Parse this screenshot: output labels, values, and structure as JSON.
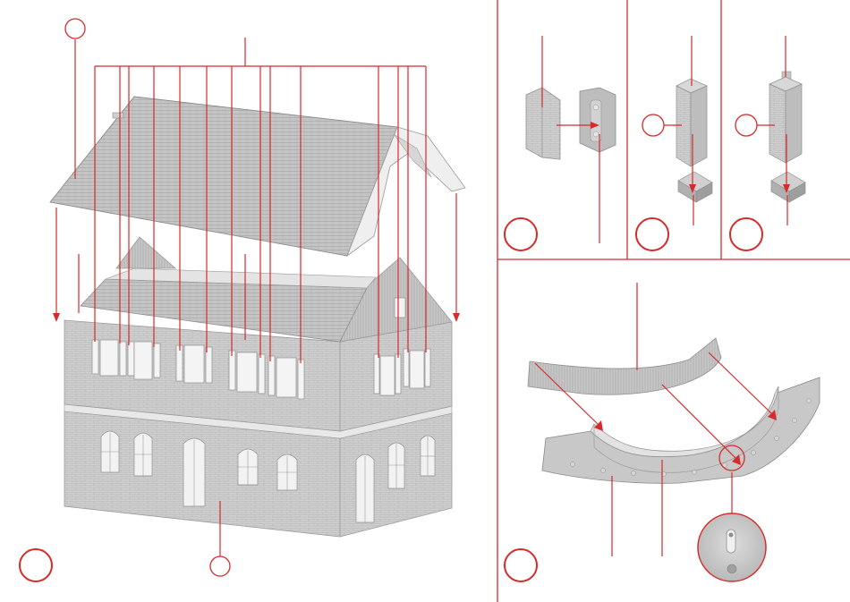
{
  "document": {
    "type": "assembly-instruction-sheet",
    "background": "#ffffff",
    "accent_color": "#d52b2b",
    "part_grey": "#c9c9c9",
    "panels": [
      {
        "id": "house-assembly",
        "step_marker": "",
        "callouts": [
          "",
          ""
        ]
      },
      {
        "id": "wall-corner-piece",
        "step_marker": ""
      },
      {
        "id": "chimney-short",
        "step_marker": "",
        "callouts": [
          ""
        ]
      },
      {
        "id": "chimney-tall",
        "step_marker": "",
        "callouts": [
          ""
        ]
      },
      {
        "id": "curved-wall",
        "step_marker": "",
        "detail": "zoom-circle"
      }
    ]
  }
}
